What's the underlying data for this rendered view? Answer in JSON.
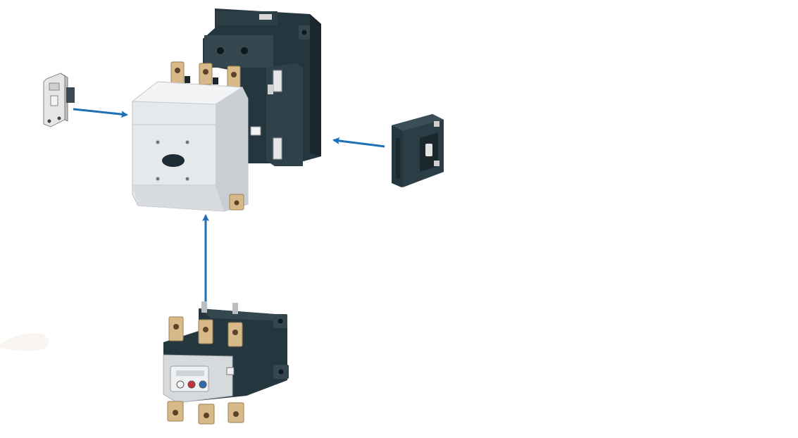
{
  "diagram": {
    "components": [
      {
        "name": "auxiliary-contact-block",
        "label": ""
      },
      {
        "name": "contactor",
        "label": ""
      },
      {
        "name": "mechanical-interlock-module",
        "label": ""
      },
      {
        "name": "thermal-overload-relay",
        "label": ""
      }
    ],
    "arrows": [
      {
        "from": "auxiliary-contact-block",
        "to": "contactor"
      },
      {
        "from": "mechanical-interlock-module",
        "to": "contactor"
      },
      {
        "from": "thermal-overload-relay",
        "to": "contactor"
      }
    ]
  },
  "colors": {
    "arrow": "#1f6fb4",
    "housing_dark": "#24363e",
    "housing_mid": "#34474f",
    "cover_light": "#e6e9ec",
    "cover_shade": "#c9ced3",
    "terminal_brass": "#d8b98a",
    "module_white": "#e4e4e4",
    "background": "#ffffff"
  }
}
